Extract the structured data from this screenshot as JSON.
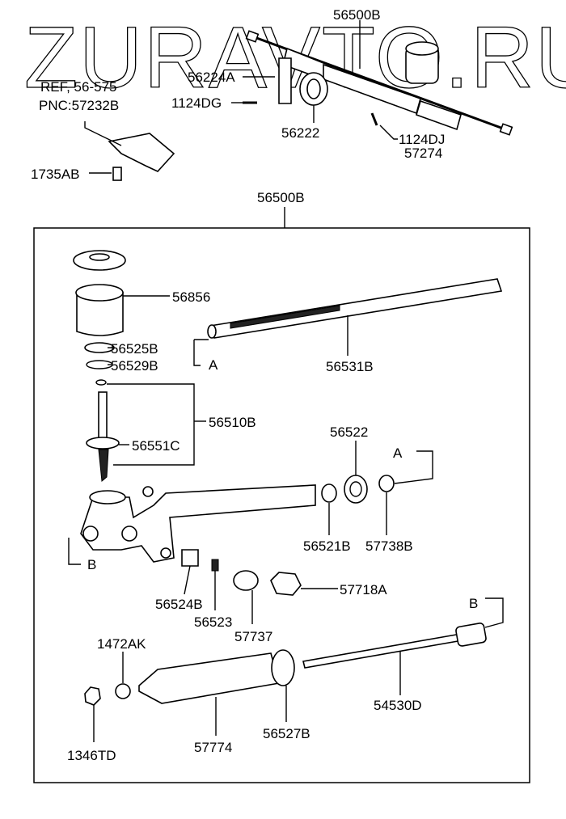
{
  "watermark": "ZURAVTO.RU",
  "labels": {
    "assembly_top": "56500B",
    "bracket": "56224A",
    "ref": "REF, 56-575",
    "pnc": "PNC:57232B",
    "bolt_dg": "1124DG",
    "bushing": "56222",
    "bolt_dj": "1124DJ",
    "part_57274": "57274",
    "part_1735ab": "1735AB",
    "assembly_box": "56500B",
    "part_56856": "56856",
    "part_56525b": "56525B",
    "part_56529b": "56529B",
    "ref_a_left": "A",
    "rack": "56531B",
    "pinion": "56510B",
    "part_56551c": "56551C",
    "part_56522": "56522",
    "ref_a_right": "A",
    "ref_b_left": "B",
    "part_56521b": "56521B",
    "part_57738b": "57738B",
    "part_57718a": "57718A",
    "part_56524b": "56524B",
    "part_56523": "56523",
    "part_57737": "57737",
    "ref_b_right": "B",
    "part_1472ak": "1472AK",
    "tie_rod": "54530D",
    "part_56527b": "56527B",
    "boot": "57774",
    "nut": "1346TD"
  }
}
